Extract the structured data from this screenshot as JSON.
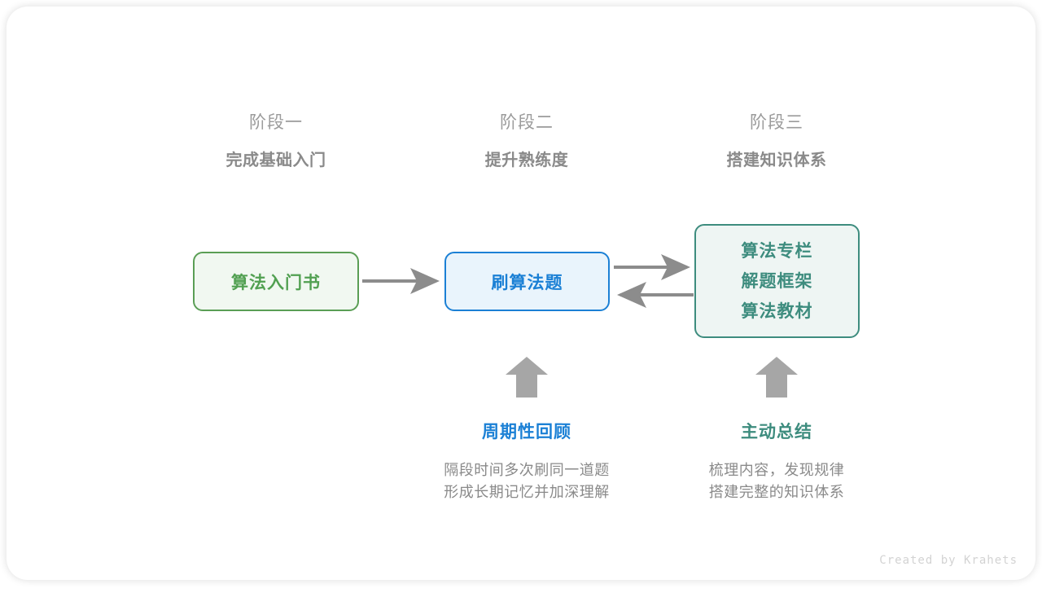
{
  "canvas": {
    "background": "#ffffff",
    "credit": "Created by Krahets"
  },
  "stages": [
    {
      "name": "阶段一",
      "desc": "完成基础入门"
    },
    {
      "name": "阶段二",
      "desc": "提升熟练度"
    },
    {
      "name": "阶段三",
      "desc": "搭建知识体系"
    }
  ],
  "nodes": [
    {
      "id": "intro-book",
      "lines": [
        "算法入门书"
      ],
      "fill": "#f1f8f1",
      "border": "#5a9e55",
      "text": "#51a051"
    },
    {
      "id": "practice-problems",
      "lines": [
        "刷算法题"
      ],
      "fill": "#e9f4fc",
      "border": "#1b80d5",
      "text": "#1b80d5"
    },
    {
      "id": "knowledge-sources",
      "lines": [
        "算法专栏",
        "解题框架",
        "算法教材"
      ],
      "fill": "#eef5f3",
      "border": "#3d8c7e",
      "text": "#3d8c7e"
    }
  ],
  "connectors": {
    "color": "#8c8c8c",
    "items": [
      {
        "id": "book-to-practice",
        "direction": "right"
      },
      {
        "id": "practice-to-sources",
        "direction": "right"
      },
      {
        "id": "sources-to-practice",
        "direction": "left"
      },
      {
        "id": "review-up",
        "direction": "up"
      },
      {
        "id": "summary-up",
        "direction": "up"
      }
    ]
  },
  "annotations": [
    {
      "id": "periodic-review",
      "title": "周期性回顾",
      "color": "#1b80d5",
      "body": [
        "隔段时间多次刷同一道题",
        "形成长期记忆并加深理解"
      ]
    },
    {
      "id": "active-summary",
      "title": "主动总结",
      "color": "#3d8c7e",
      "body": [
        "梳理内容，发现规律",
        "搭建完整的知识体系"
      ]
    }
  ]
}
